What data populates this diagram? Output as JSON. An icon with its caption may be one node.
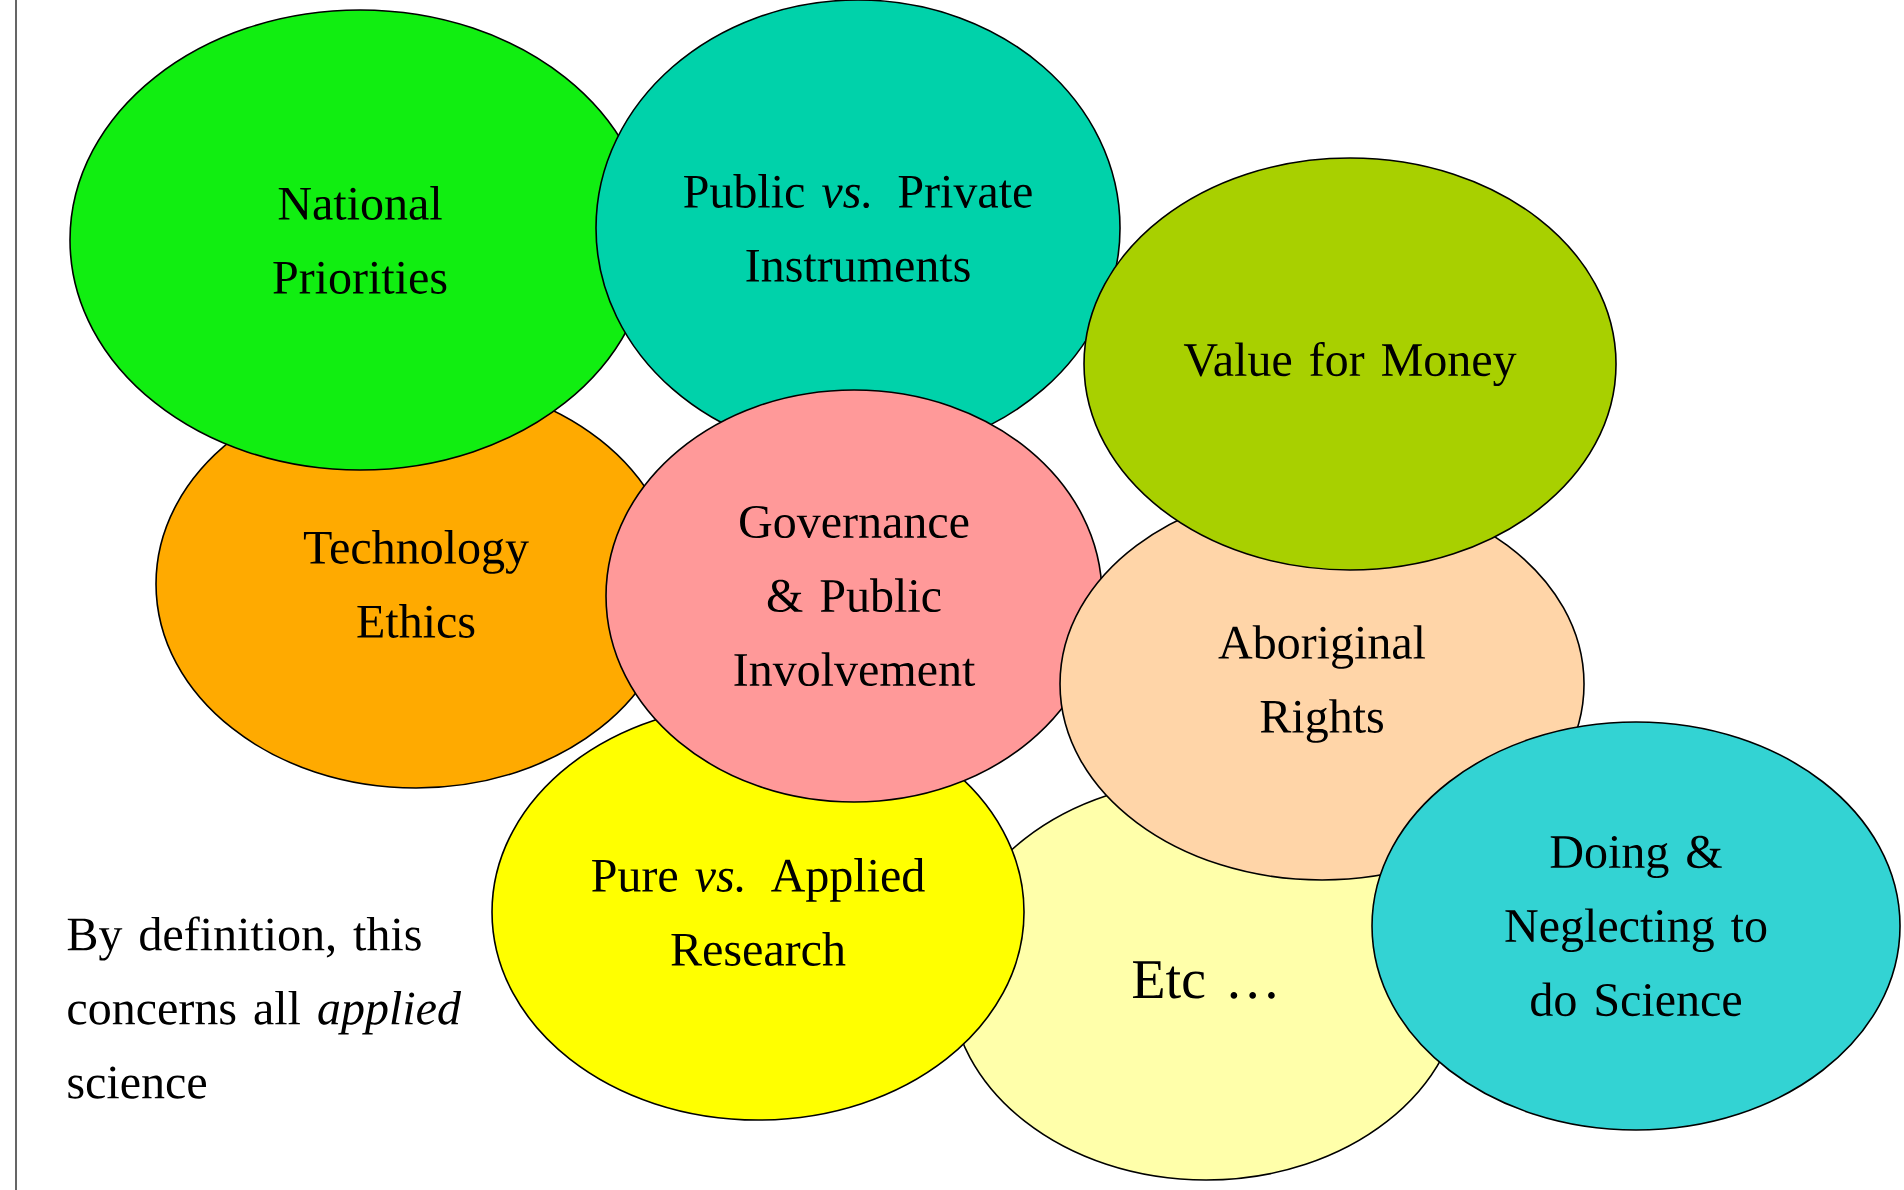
{
  "diagram": {
    "nodes": [
      {
        "text": [
          "National Priorities"
        ]
      },
      {
        "text": [
          "Public *vs.* Private Instruments"
        ]
      },
      {
        "text": [
          "Value for Money"
        ]
      },
      {
        "text": [
          "Technology Ethics"
        ]
      },
      {
        "text": [
          "Governance & Public Involvement"
        ]
      },
      {
        "text": [
          "Aboriginal Rights"
        ]
      },
      {
        "text": [
          "Pure *vs.* Applied Research"
        ]
      },
      {
        "text": [
          "Etc …"
        ]
      },
      {
        "text": [
          "Doing & Neglecting to do Science"
        ]
      }
    ],
    "labels": [
      "By definition, this concerns all *applied* science"
    ]
  }
}
